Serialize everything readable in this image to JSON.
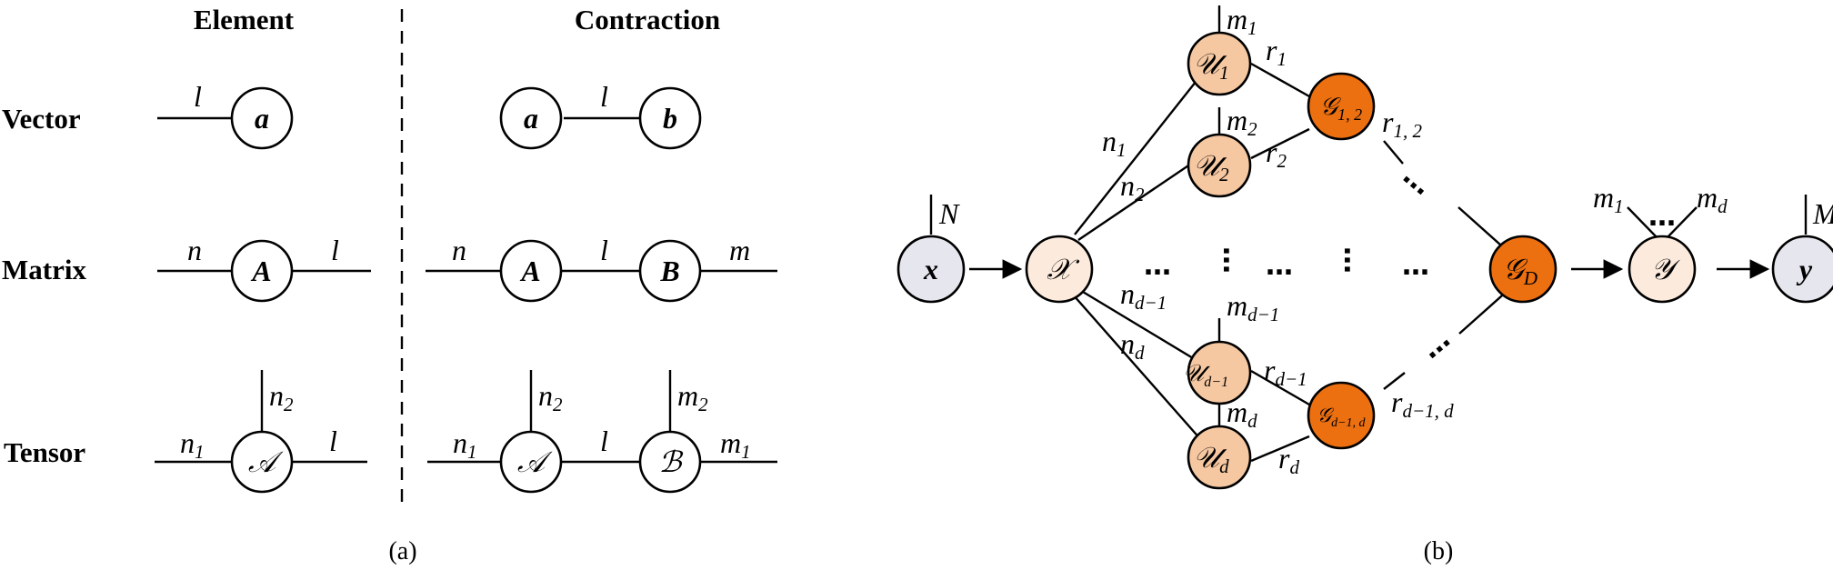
{
  "panel_a": {
    "headers": {
      "element": "Element",
      "contraction": "Contraction"
    },
    "rows": {
      "vector": "Vector",
      "matrix": "Matrix",
      "tensor": "Tensor"
    },
    "vector": {
      "element_node": "a",
      "element_edge": "l",
      "contraction_nodes": [
        "a",
        "b"
      ],
      "contraction_edge": "l"
    },
    "matrix": {
      "element_node": "A",
      "element_edges": [
        "n",
        "l"
      ],
      "contraction_nodes": [
        "A",
        "B"
      ],
      "contraction_edges": [
        "n",
        "l",
        "m"
      ]
    },
    "tensor": {
      "element_node": "𝒜",
      "element_edges": {
        "left": "n",
        "left_sub": "1",
        "top": "n",
        "top_sub": "2",
        "right": "l"
      },
      "contraction_nodes": [
        "𝒜",
        "ℬ"
      ],
      "contraction_edges": {
        "left": "n",
        "left_sub": "1",
        "top1": "n",
        "top1_sub": "2",
        "mid": "l",
        "top2": "m",
        "top2_sub": "2",
        "right": "m",
        "right_sub": "1"
      }
    },
    "caption": "(a)"
  },
  "panel_b": {
    "input": {
      "node": "x",
      "dim": "N"
    },
    "input_tensor": "𝒳",
    "factor_nodes": [
      {
        "name": "𝒰",
        "sub": "1",
        "mode": "m",
        "mode_sub": "1",
        "in_edge": "n",
        "in_edge_sub": "1",
        "rank": "r",
        "rank_sub": "1"
      },
      {
        "name": "𝒰",
        "sub": "2",
        "mode": "m",
        "mode_sub": "2",
        "in_edge": "n",
        "in_edge_sub": "2",
        "rank": "r",
        "rank_sub": "2"
      },
      {
        "name": "𝒰",
        "sub": "d−1",
        "mode": "m",
        "mode_sub": "d−1",
        "in_edge": "n",
        "in_edge_sub": "d−1",
        "rank": "r",
        "rank_sub": "d−1"
      },
      {
        "name": "𝒰",
        "sub": "d",
        "mode": "m",
        "mode_sub": "d",
        "in_edge": "n",
        "in_edge_sub": "d",
        "rank": "r",
        "rank_sub": "d"
      }
    ],
    "core_nodes": [
      {
        "name": "𝒢",
        "sub": "1, 2",
        "out_edge": "r",
        "out_edge_sub": "1, 2"
      },
      {
        "name": "𝒢",
        "sub": "d−1, d",
        "out_edge": "r",
        "out_edge_sub": "d−1, d"
      },
      {
        "name": "𝒢",
        "sub": "D"
      }
    ],
    "output_tensor": {
      "node": "𝒴",
      "left_mode": "m",
      "left_sub": "1",
      "right_mode": "m",
      "right_sub": "d"
    },
    "output": {
      "node": "y",
      "dim": "M"
    },
    "ellipsis": "…",
    "caption": "(b)",
    "colors": {
      "io_fill": "#e6e6ee",
      "tensor_fill": "#fcebdc",
      "factor_fill": "#f6c8a2",
      "core_fill": "#ec6f10"
    }
  }
}
